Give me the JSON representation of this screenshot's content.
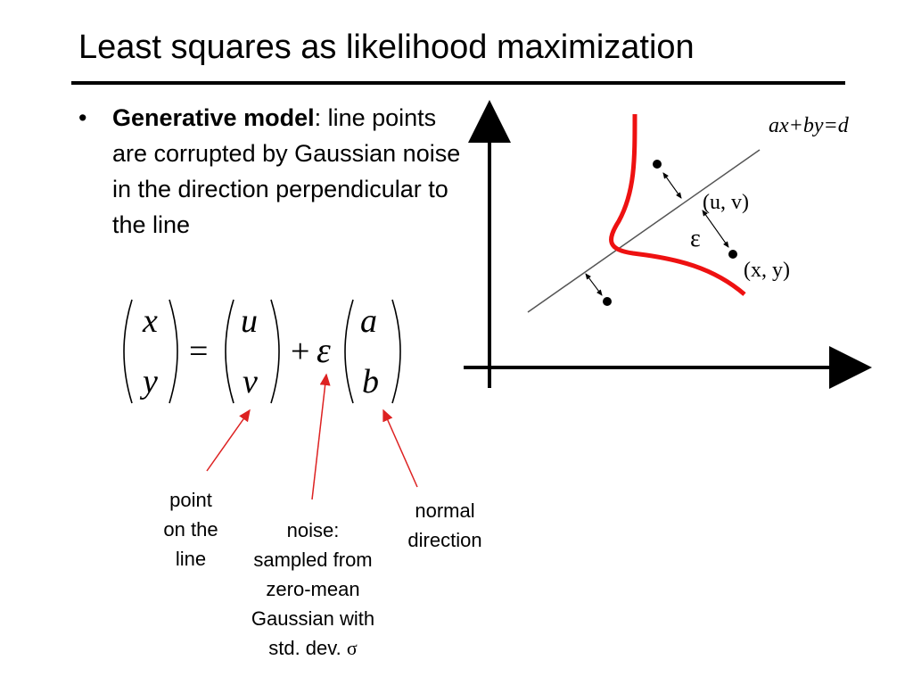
{
  "slide": {
    "title": "Least squares as likelihood maximization"
  },
  "bullet": {
    "marker": "•",
    "bold_term": "Generative model",
    "rest": ": line points are corrupted by Gaussian noise in the direction perpendicular to the line"
  },
  "equation": {
    "lhs_top": "x",
    "lhs_bottom": "y",
    "equals": "=",
    "mid_top": "u",
    "mid_bottom": "v",
    "plus": "+",
    "epsilon": "ε",
    "rhs_top": "a",
    "rhs_bottom": "b"
  },
  "annotations": {
    "point_on_line": [
      "point",
      "on the",
      "line"
    ],
    "noise": [
      "noise:",
      "sampled from",
      "zero-mean",
      "Gaussian with",
      "std. dev."
    ],
    "noise_sigma": "σ",
    "normal_direction": [
      "normal",
      "direction"
    ]
  },
  "diagram": {
    "line_equation": "ax+by=d",
    "foot_label": "(u, v)",
    "epsilon_label": "ε",
    "point_label": "(x, y)"
  },
  "colors": {
    "accent": "#ee1111",
    "arrow": "#dd2222",
    "line": "#555555"
  }
}
